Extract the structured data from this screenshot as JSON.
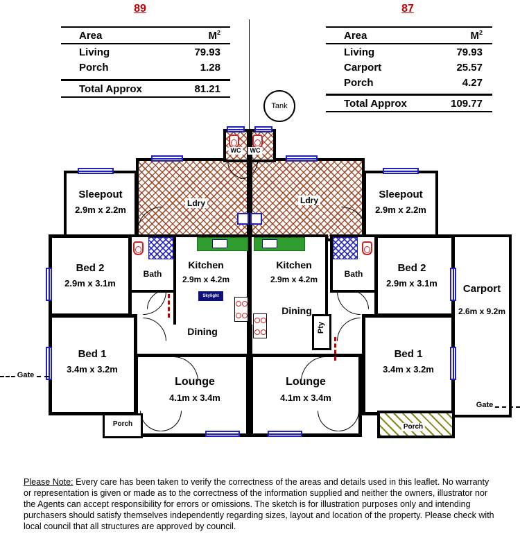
{
  "header": {
    "left_unit_number": "89",
    "right_unit_number": "87"
  },
  "left_table": {
    "col_area": "Area",
    "col_unit": "M",
    "col_unit_sup": "2",
    "rows": [
      {
        "label": "Living",
        "value": "79.93"
      },
      {
        "label": "Porch",
        "value": "1.28"
      }
    ],
    "total_label": "Total Approx",
    "total_value": "81.21"
  },
  "right_table": {
    "col_area": "Area",
    "col_unit": "M",
    "col_unit_sup": "2",
    "rows": [
      {
        "label": "Living",
        "value": "79.93"
      },
      {
        "label": "Carport",
        "value": "25.57"
      },
      {
        "label": "Porch",
        "value": "4.27"
      }
    ],
    "total_label": "Total Approx",
    "total_value": "109.77"
  },
  "tank": {
    "label": "Tank"
  },
  "plan": {
    "wc_left": "WC",
    "wc_right": "WC",
    "ldry_left": "Ldry",
    "ldry_right": "Ldry",
    "sleepout_left_name": "Sleepout",
    "sleepout_left_dims": "2.9m x 2.2m",
    "sleepout_right_name": "Sleepout",
    "sleepout_right_dims": "2.9m x 2.2m",
    "bed2_left_name": "Bed 2",
    "bed2_left_dims": "2.9m x 3.1m",
    "bed2_right_name": "Bed 2",
    "bed2_right_dims": "2.9m x 3.1m",
    "bath_left": "Bath",
    "bath_right": "Bath",
    "kitchen_left_name": "Kitchen",
    "kitchen_left_dims": "2.9m x 4.2m",
    "kitchen_right_name": "Kitchen",
    "kitchen_right_dims": "2.9m x 4.2m",
    "dining_left": "Dining",
    "dining_right": "Dining",
    "pantry": "Pty",
    "bed1_left_name": "Bed 1",
    "bed1_left_dims": "3.4m x 3.2m",
    "bed1_right_name": "Bed 1",
    "bed1_right_dims": "3.4m x 3.2m",
    "lounge_left_name": "Lounge",
    "lounge_left_dims": "4.1m x 3.4m",
    "lounge_right_name": "Lounge",
    "lounge_right_dims": "4.1m x 3.4m",
    "carport_name": "Carport",
    "carport_dims": "2.6m x 9.2m",
    "porch_left": "Porch",
    "porch_right": "Porch",
    "gate_left": "Gate",
    "gate_right": "Gate",
    "skylight": "Skylight"
  },
  "note": {
    "label": "Please Note:",
    "text": "Every care has been taken to verify the correctness of the areas and details used in this leaflet. No warranty or representation is given or made as to the correctness of the information supplied and neither the owners, illustrator nor the Agents can accept responsibility for errors or omissions. The sketch is for illustration purposes only and intending purchasers should satisfy themselves independently regarding sizes, layout and location of the property. Please check with local council that all structures are approved by council."
  },
  "colors": {
    "accent_red": "#c00000",
    "window_blue": "#1f1fbf",
    "counter_green": "#2f9e2f",
    "hatch_brown": "#96421a",
    "porch_olive": "#7a7a00"
  }
}
